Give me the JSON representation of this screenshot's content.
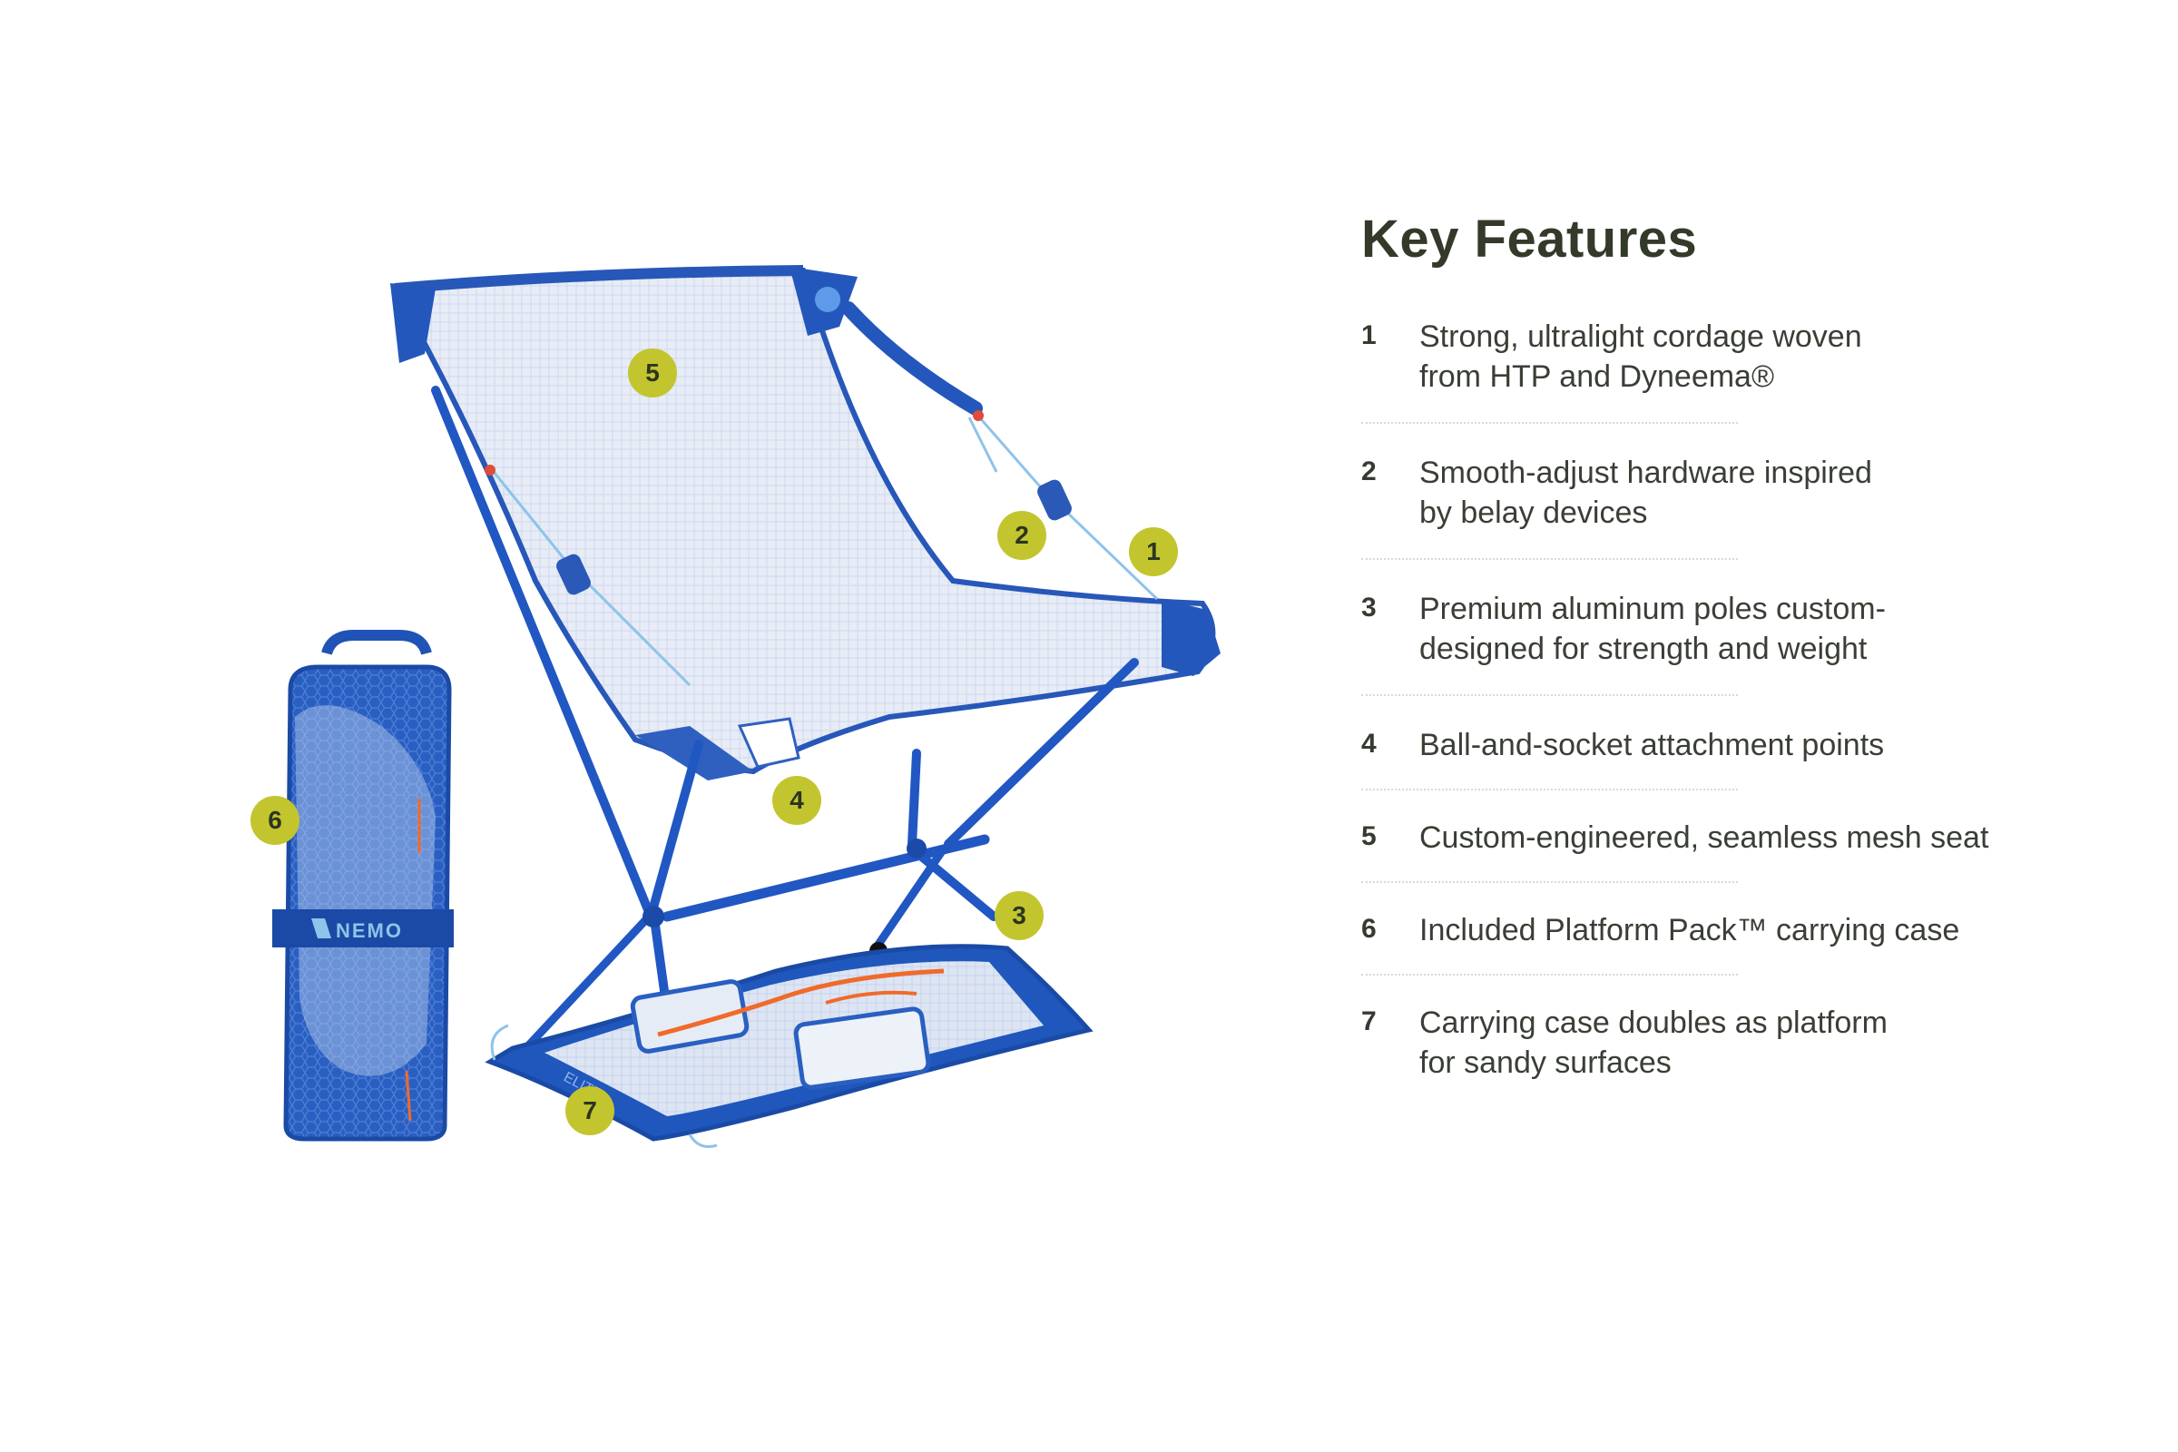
{
  "heading": "Key Features",
  "features": [
    {
      "number": "1",
      "lines": [
        "Strong, ultralight cordage woven",
        "from HTP and Dyneema®"
      ]
    },
    {
      "number": "2",
      "lines": [
        "Smooth-adjust hardware inspired",
        "by belay devices"
      ]
    },
    {
      "number": "3",
      "lines": [
        "Premium aluminum poles custom-",
        "designed for strength and weight"
      ]
    },
    {
      "number": "4",
      "lines": [
        "Ball-and-socket attachment points"
      ]
    },
    {
      "number": "5",
      "lines": [
        "Custom-engineered, seamless mesh seat"
      ]
    },
    {
      "number": "6",
      "lines": [
        "Included Platform Pack™ carrying case"
      ]
    },
    {
      "number": "7",
      "lines": [
        "Carrying case doubles as platform",
        "for sandy surfaces"
      ]
    }
  ],
  "callouts": [
    "1",
    "2",
    "3",
    "4",
    "5",
    "6",
    "7"
  ],
  "brand": {
    "logo_text": "NEMO",
    "seat_text": "ELITE"
  },
  "colors": {
    "accent": "#c3c52e",
    "heading": "#333a29",
    "text": "#3a3f36",
    "chair_blue": "#1f53b5",
    "mesh": "#dfe6f4",
    "cord": "#8fc3ea",
    "orange_cord": "#f06a2a"
  }
}
